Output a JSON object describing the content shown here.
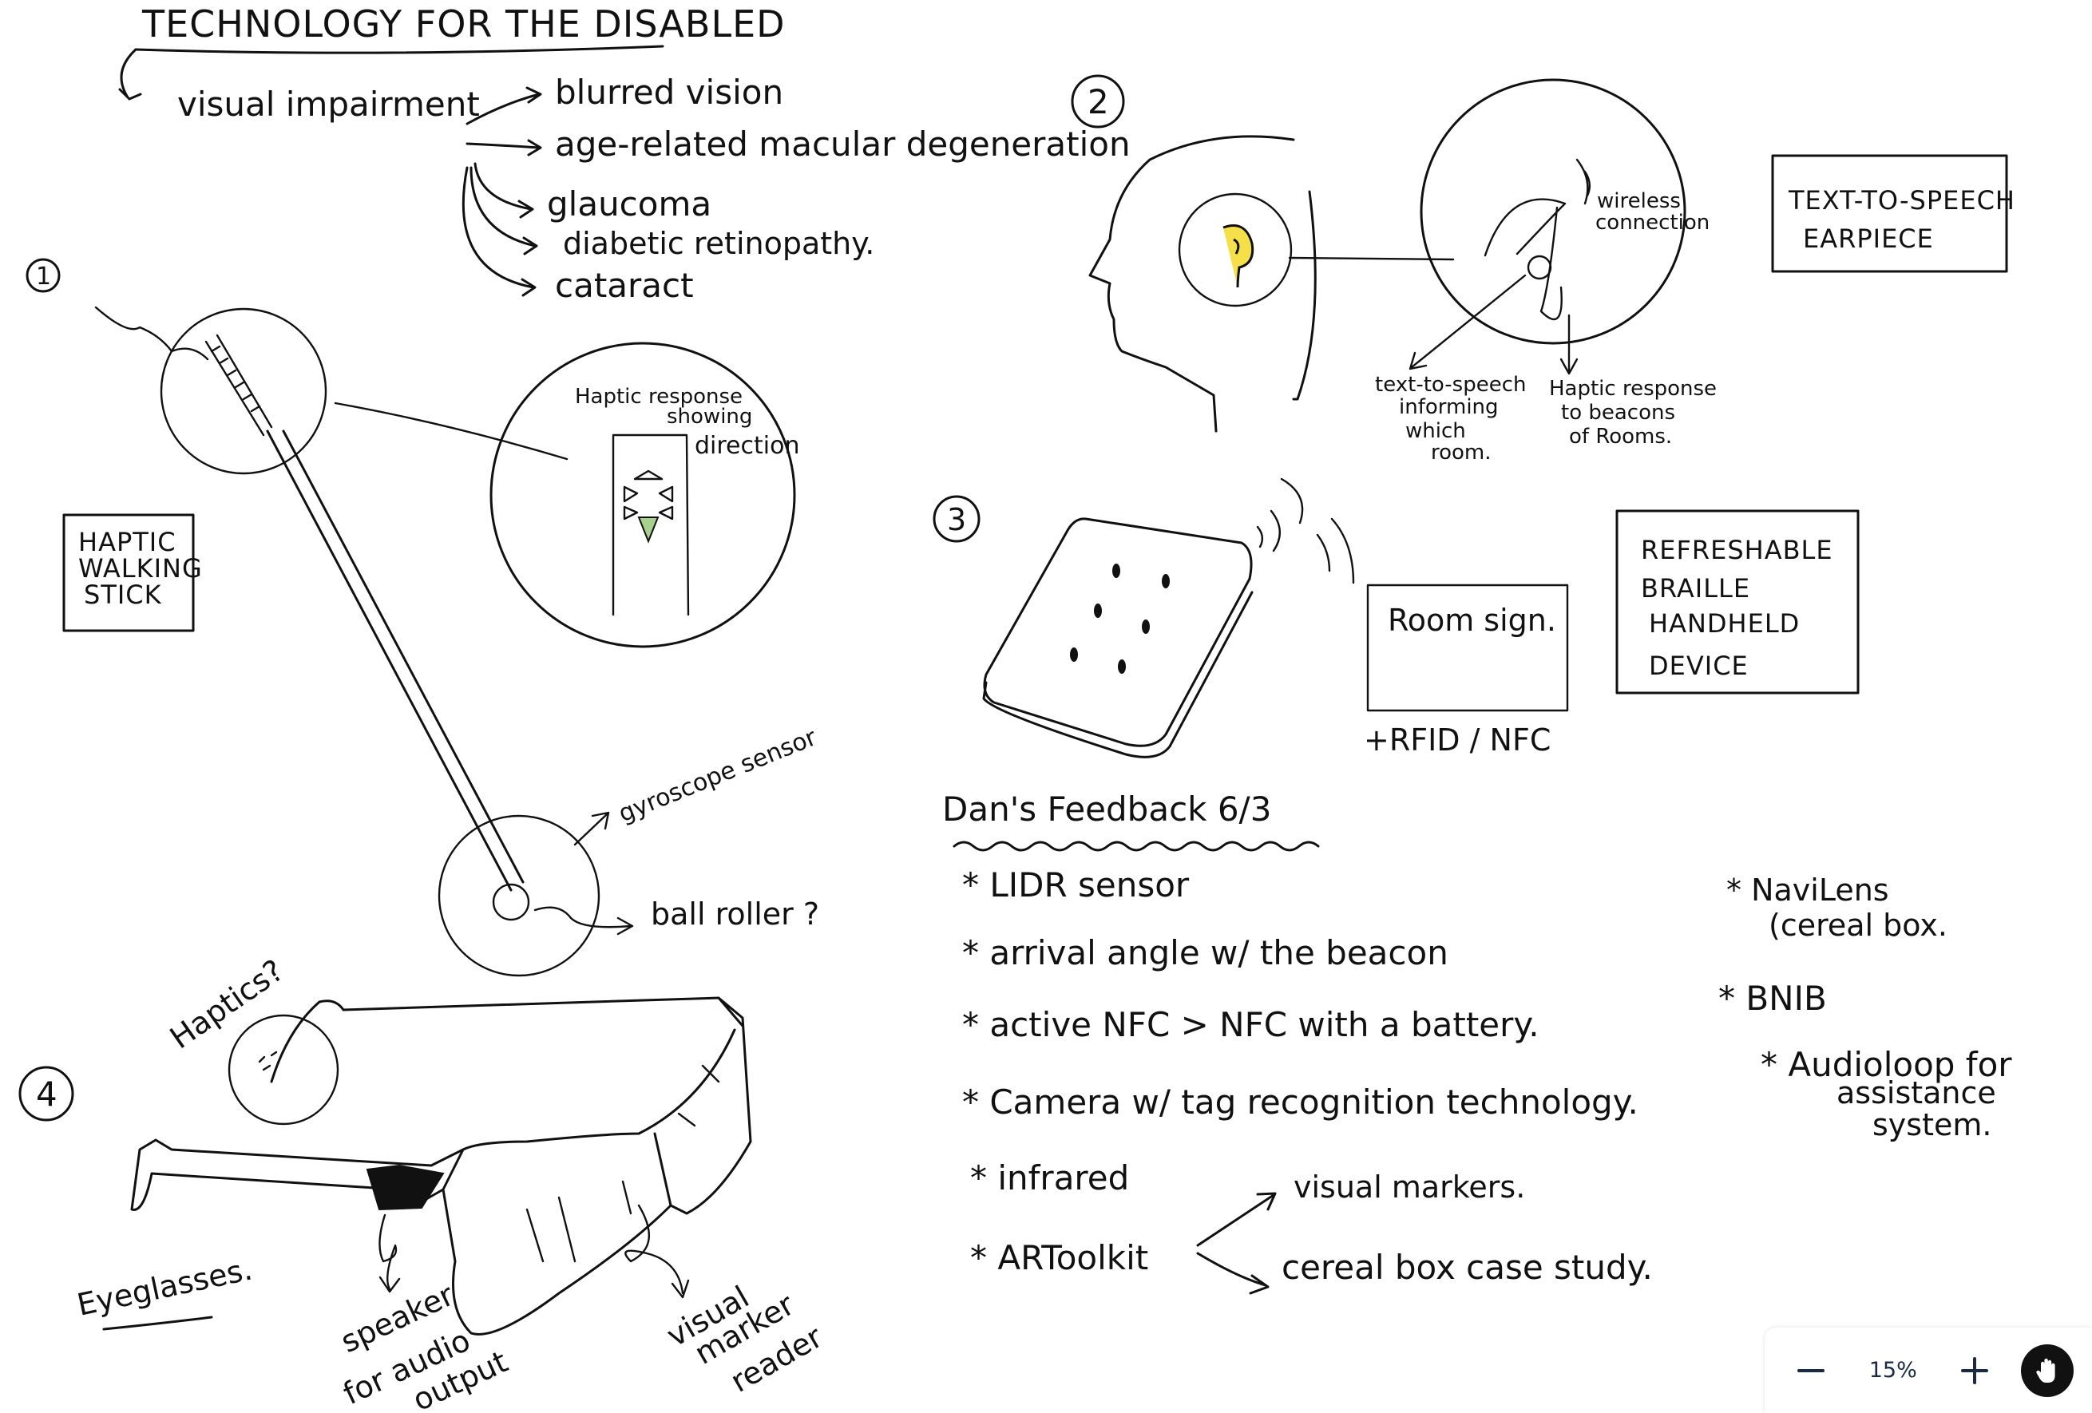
{
  "title": "TECHNOLOGY FOR THE DISABLED",
  "impairment": {
    "label": "visual impairment",
    "items": [
      "blurred vision",
      "age-related macular degeneration",
      "glaucoma",
      "diabetic retinopathy.",
      "cataract"
    ]
  },
  "section1": {
    "number": "1",
    "box_label": [
      "HAPTIC",
      "WALKING",
      "STICK"
    ],
    "haptic_note": [
      "Haptic response",
      "showing",
      "direction"
    ],
    "gyroscope": "gyroscope sensor",
    "ball_roller": "ball roller ?"
  },
  "section2": {
    "number": "2",
    "box_label": [
      "TEXT-TO-SPEECH",
      "EARPIECE"
    ],
    "wireless": [
      "wireless",
      "connection"
    ],
    "tts_note": [
      "text-to-speech",
      "informing",
      "which",
      "room."
    ],
    "haptic_note": [
      "Haptic response",
      "to beacons",
      "of Rooms."
    ]
  },
  "section3": {
    "number": "3",
    "room_sign": "Room sign.",
    "rfid": "+RFID / NFC",
    "box_label": [
      "REFRESHABLE",
      "BRAILLE",
      "HANDHELD",
      "DEVICE"
    ]
  },
  "section4": {
    "number": "4",
    "haptics": "Haptics?",
    "eyeglasses": "Eyeglasses.",
    "speaker": [
      "speaker",
      "for audio",
      "output"
    ],
    "visual_marker": [
      "visual",
      "marker",
      "reader"
    ]
  },
  "feedback": {
    "title": "Dan's Feedback 6/3",
    "items": [
      "* LIDR sensor",
      "* arrival angle w/ the beacon",
      "* active NFC > NFC with a battery.",
      "* Camera w/ tag recognition technology.",
      "* infrared",
      "* ARToolkit"
    ],
    "artoolkit_branches": [
      "visual markers.",
      "cereal box case study."
    ],
    "side_items": [
      [
        "* NaviLens",
        "(cereal box."
      ],
      [
        "* BNIB"
      ],
      [
        "* Audioloop for",
        "assistance",
        "system."
      ]
    ]
  },
  "zoom": {
    "level": "15%"
  },
  "colors": {
    "accent_yellow": "#f5e04a",
    "accent_green": "#a9d18e",
    "ink": "#111111"
  }
}
